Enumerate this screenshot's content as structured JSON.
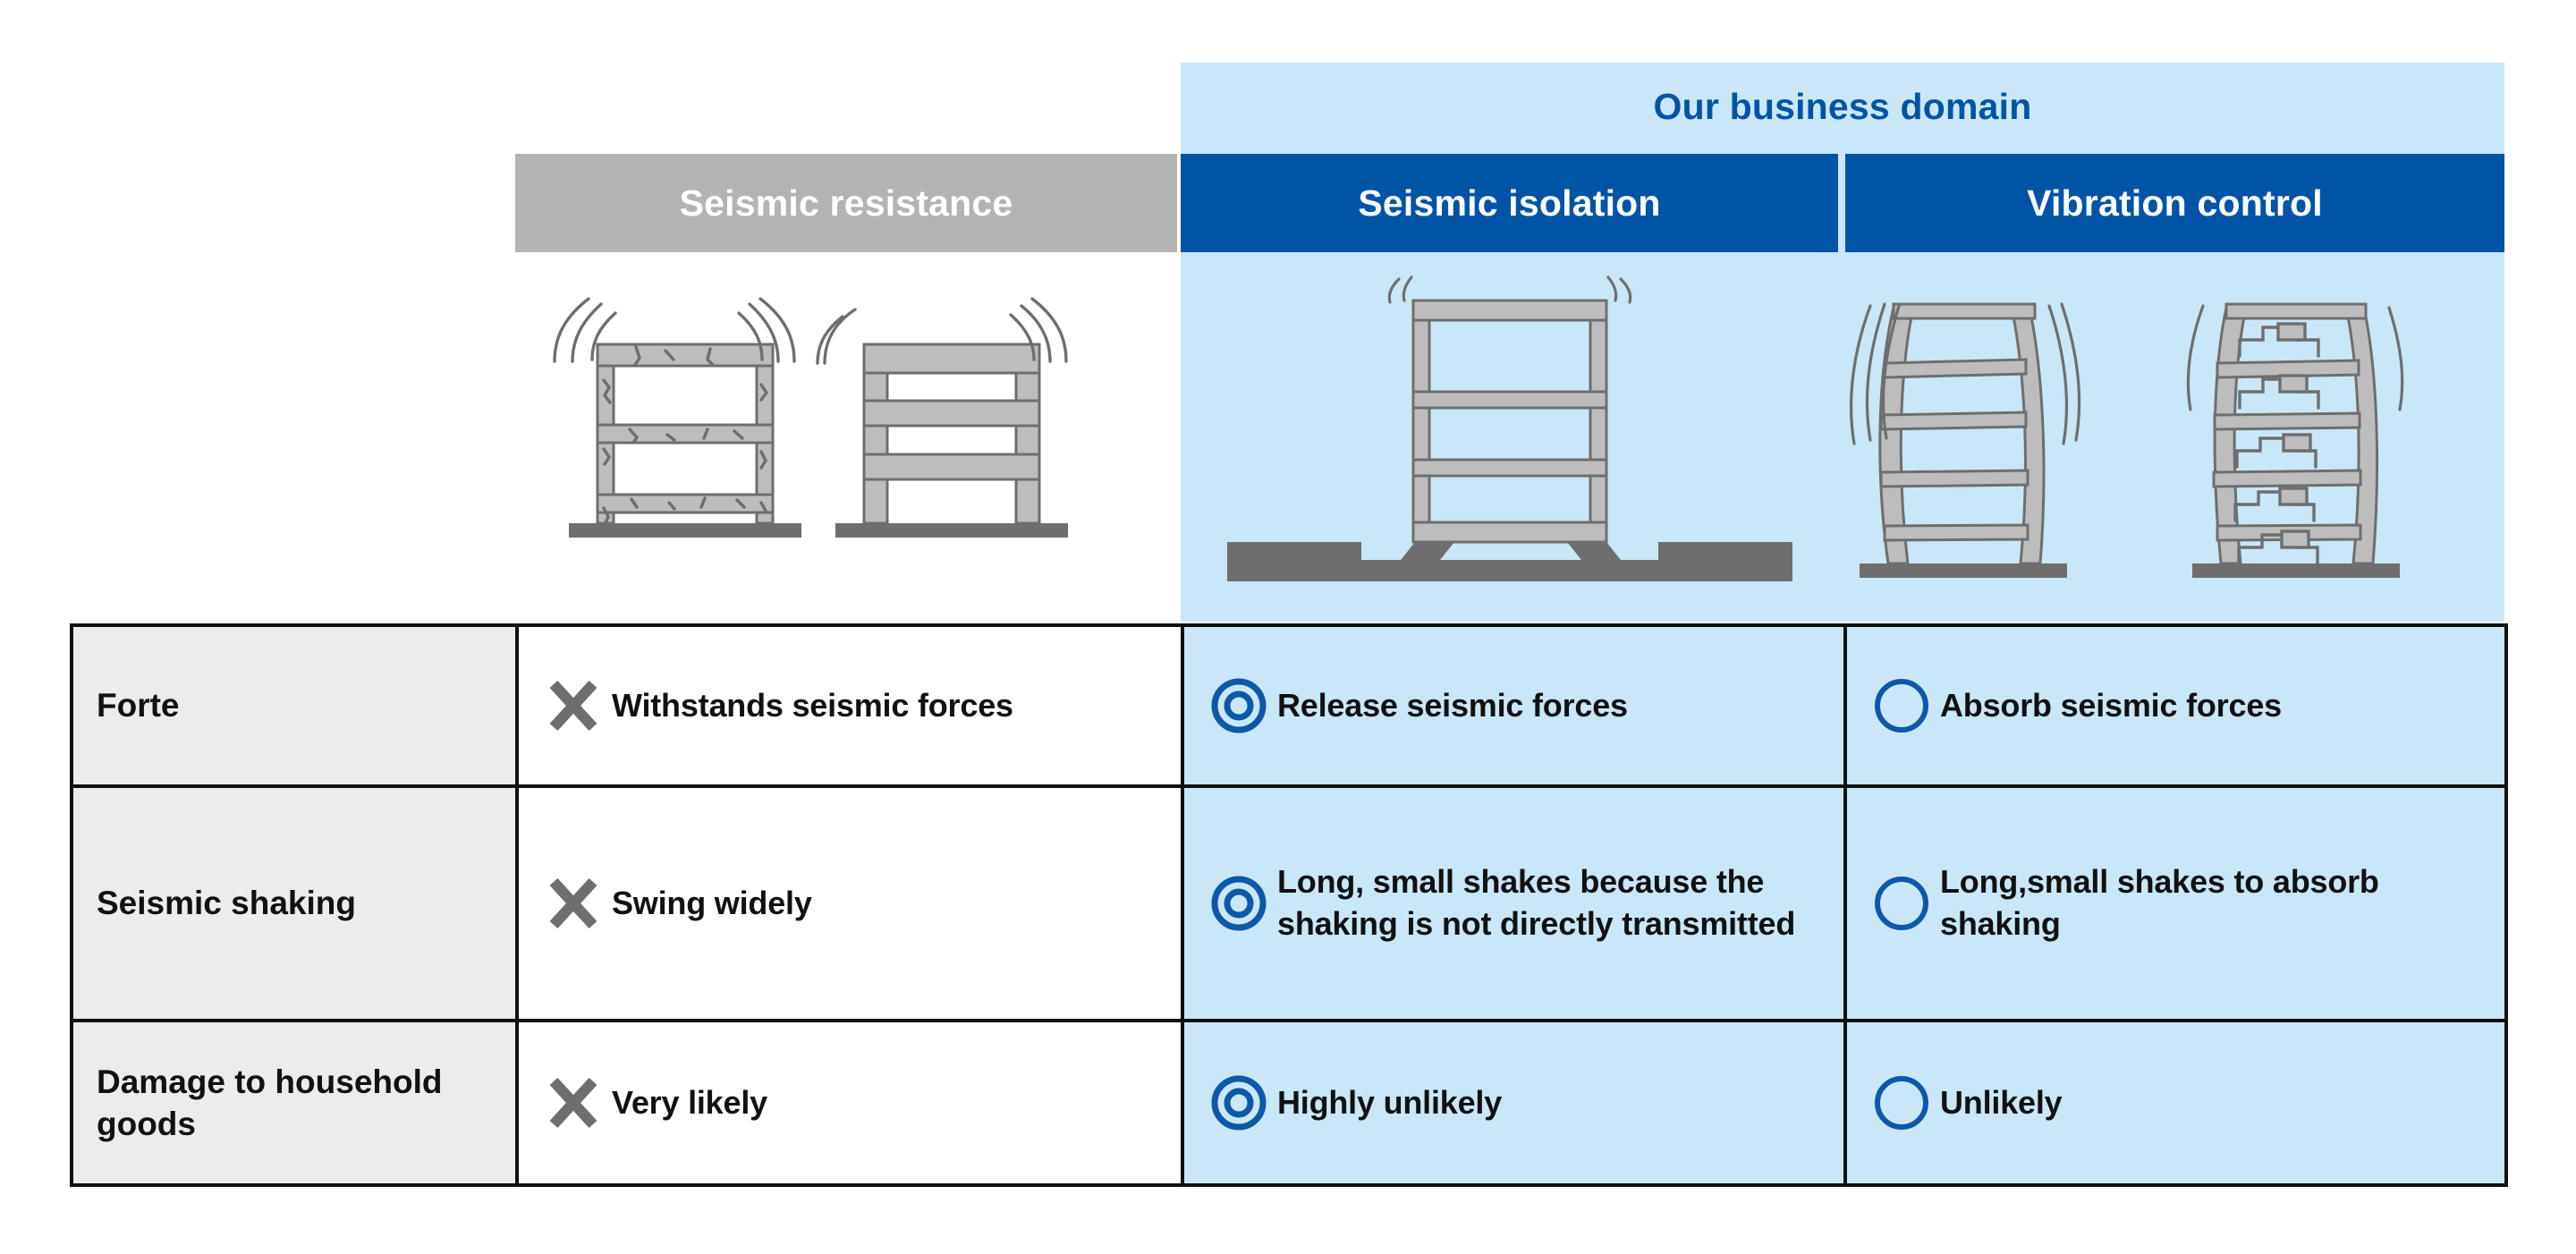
{
  "banner": {
    "text": "Our business domain",
    "color": "#0054A6"
  },
  "columns": [
    {
      "key": "resistance",
      "label": "Seismic resistance",
      "header_bg": "#B3B3B3",
      "highlighted": false
    },
    {
      "key": "isolation",
      "label": "Seismic isolation",
      "header_bg": "#0054A6",
      "highlighted": true
    },
    {
      "key": "vibration",
      "label": "Vibration control",
      "header_bg": "#0054A6",
      "highlighted": true
    }
  ],
  "illustrations": [
    {
      "column": "resistance",
      "name": "cracked-and-intact-buildings-shaking",
      "count": 2
    },
    {
      "column": "isolation",
      "name": "building-on-base-isolators",
      "count": 1
    },
    {
      "column": "vibration",
      "name": "swaying-towers-with-dampers",
      "count": 2
    }
  ],
  "rows": [
    {
      "label": "Forte",
      "resistance": {
        "mark": "cross-mark",
        "text": "Withstands seismic forces"
      },
      "isolation": {
        "mark": "double-circle-mark",
        "text": "Release seismic forces"
      },
      "vibration": {
        "mark": "circle-mark",
        "text": "Absorb seismic forces"
      }
    },
    {
      "label": "Seismic shaking",
      "resistance": {
        "mark": "cross-mark",
        "text": "Swing widely"
      },
      "isolation": {
        "mark": "double-circle-mark",
        "text": "Long, small shakes because the shaking is not directly transmitted"
      },
      "vibration": {
        "mark": "circle-mark",
        "text": "Long,small shakes to absorb shaking"
      }
    },
    {
      "label": "Damage to household goods",
      "resistance": {
        "mark": "cross-mark",
        "text": "Very likely"
      },
      "isolation": {
        "mark": "double-circle-mark",
        "text": "Highly unlikely"
      },
      "vibration": {
        "mark": "circle-mark",
        "text": "Unlikely"
      }
    }
  ],
  "colors": {
    "brand_blue": "#0054A6",
    "light_blue": "#CAE7F7",
    "header_grey": "#B3B3B3",
    "label_grey": "#ECECEC",
    "mark_grey": "#6E6E6E",
    "structure_grey": "#BDBDBD",
    "outline_grey": "#6E6E6E",
    "border_black": "#111111"
  }
}
